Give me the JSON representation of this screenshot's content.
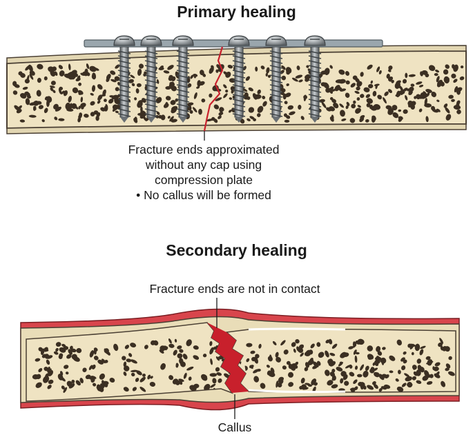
{
  "primary": {
    "title": "Primary healing",
    "caption_lines": [
      "Fracture ends approximated",
      "without any cap using",
      "compression plate",
      "• No callus will be formed"
    ]
  },
  "secondary": {
    "title": "Secondary healing",
    "label_top": "Fracture ends are not in contact",
    "label_bottom": "Callus"
  },
  "colors": {
    "bone": "#efe3c2",
    "pore": "#3b2f22",
    "cortex": "#e9ddb8",
    "plate": "#9aa6ad",
    "screw": "#7d858a",
    "fracture": "#c8202c",
    "callus": "#d8454c"
  }
}
